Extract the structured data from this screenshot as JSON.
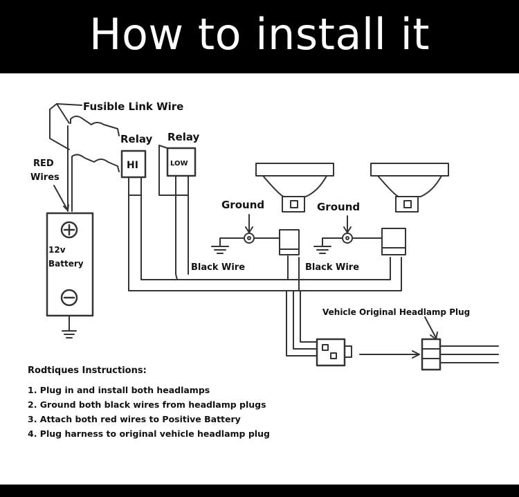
{
  "banner": {
    "title": "How to install it"
  },
  "labels": {
    "fusible_link": "Fusible Link Wire",
    "relay_hi_label": "Relay",
    "relay_low_label": "Relay",
    "relay_hi_text": "HI",
    "relay_low_text": "LOW",
    "red_wires_line1": "RED",
    "red_wires_line2": "Wires",
    "battery_line1": "12v",
    "battery_line2": "Battery",
    "ground_left": "Ground",
    "ground_right": "Ground",
    "black_wire_left": "Black Wire",
    "black_wire_right": "Black Wire",
    "vehicle_plug": "Vehicle Original Headlamp Plug"
  },
  "instructions": {
    "title": "Rodtiques Instructions:",
    "steps": [
      "1. Plug in and install both headlamps",
      "2. Ground both black wires from headlamp plugs",
      "3. Attach both red wires to Positive Battery",
      "4. Plug harness to original vehicle headlamp plug"
    ]
  },
  "colors": {
    "banner_bg": "#000000",
    "banner_text": "#ffffff",
    "line": "#333333"
  }
}
